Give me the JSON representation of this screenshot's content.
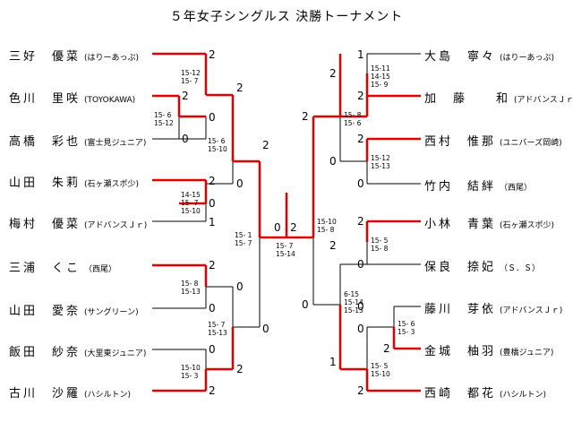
{
  "title": "５年女子シングルス 決勝トーナメント",
  "colors": {
    "winner_line": "#e00000",
    "line": "#000000"
  },
  "left_players": [
    {
      "name": "三好　優菜",
      "club": "(はりーあっぷ)"
    },
    {
      "name": "色川　里咲",
      "club": "(TOYOKAWA)"
    },
    {
      "name": "高橋　彩也",
      "club": "(富士見ジュニア)"
    },
    {
      "name": "山田　朱莉",
      "club": "(石ヶ瀬スポ少)"
    },
    {
      "name": "梅村　優菜",
      "club": "(アドバンスＪｒ)"
    },
    {
      "name": "三浦　くこ",
      "club": "（西尾）"
    },
    {
      "name": "山田　愛奈",
      "club": "(サングリーン)"
    },
    {
      "name": "飯田　紗奈",
      "club": "(大里東ジュニア)"
    },
    {
      "name": "古川　沙羅",
      "club": "(ハシルトン)"
    }
  ],
  "right_players": [
    {
      "name": "大島　寧々",
      "club": "(はりーあっぷ)"
    },
    {
      "name": "加　藤　　和",
      "club": "(アドバンスＪｒ)"
    },
    {
      "name": "西村　惟那",
      "club": "(ユニバーズ岡崎)"
    },
    {
      "name": "竹内　結絆",
      "club": "（西尾）"
    },
    {
      "name": "小林　青葉",
      "club": "(石ヶ瀬スポ少)"
    },
    {
      "name": "保良　捺妃",
      "club": "（Ｓ．Ｓ）"
    },
    {
      "name": "藤川　芽依",
      "club": "(アドバンスＪｒ)"
    },
    {
      "name": "金城　柚羽",
      "club": "(豊橋ジュニア)"
    },
    {
      "name": "西崎　都花",
      "club": "(ハシルトン)"
    }
  ],
  "scores": {
    "l1": "2",
    "l2": "2",
    "l3": "0",
    "l4": "0",
    "l5": "2",
    "l6": "2",
    "l7": "0",
    "l8": "1",
    "l9": "2",
    "l10": "0",
    "l11": "0",
    "l12": "0",
    "l13": "0",
    "l14": "2",
    "l15": "2",
    "l16": "0",
    "l17": "0",
    "l18": "2",
    "r1": "1",
    "r2": "2",
    "r3": "2",
    "r4": "2",
    "r5": "0",
    "r6": "2",
    "r7": "0",
    "r8": "2",
    "r9": "0",
    "r10": "2",
    "r11": "0",
    "r12": "0",
    "r13": "2",
    "r14": "1",
    "r15": "2"
  },
  "set_scores": {
    "l_a": "15- 6\n15-12",
    "l_b": "15-12\n15- 7",
    "l_c": "14-15\n15- 7\n15-10",
    "l_d": "15- 6\n15-10",
    "l_e": "15- 8\n15-13",
    "l_f": "15-10\n15- 3",
    "l_g": "15- 7\n15-13",
    "l_h": "15- 1\n15- 7",
    "final": "15- 7\n15-14",
    "r_a": "15-11\n14-15\n15- 9",
    "r_b": "15- 8\n15- 6",
    "r_c": "15-12\n15-13",
    "r_d": "15-10\n15- 8",
    "r_e": "15- 5\n15- 8",
    "r_f": "15- 6\n15- 3",
    "r_g": "6-15\n15-14\n15-13",
    "r_h": "15- 5\n15-10"
  }
}
